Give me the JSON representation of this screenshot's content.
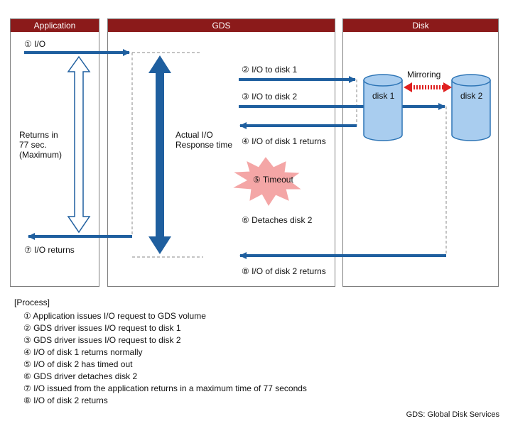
{
  "lanes": {
    "application": "Application",
    "gds": "GDS",
    "disk": "Disk"
  },
  "labels": {
    "step1": "① I/O",
    "step2": "② I/O to disk 1",
    "step3": "③ I/O to disk 2",
    "step4": "④ I/O of disk 1 returns",
    "step5": "⑤ Timeout",
    "step6": "⑥ Detaches disk 2",
    "step7": "⑦ I/O returns",
    "step8": "⑧ I/O of disk 2 returns",
    "returns_line1": "Returns in",
    "returns_line2": "77 sec.",
    "returns_line3": "(Maximum)",
    "response_line1": "Actual I/O",
    "response_line2": "Response time",
    "mirroring": "Mirroring",
    "disk1": "disk 1",
    "disk2": "disk 2"
  },
  "process": {
    "title": "[Process]",
    "items": [
      "① Application issues I/O request to GDS volume",
      "② GDS driver issues I/O request to disk 1",
      "③ GDS driver issues I/O request to disk 2",
      "④ I/O of disk 1 returns normally",
      "⑤ I/O of disk 2 has timed out",
      "⑥ GDS driver detaches disk 2",
      "⑦ I/O issued from the application returns in a maximum time of 77 seconds",
      "⑧ I/O of disk 2 returns"
    ]
  },
  "footnote": "GDS: Global Disk Services",
  "colors": {
    "header": "#8b1a1a",
    "arrow": "#1f5f9f",
    "disk_fill": "#a9cdef",
    "disk_stroke": "#2e75b6",
    "burst": "#f4a6a6",
    "mirror": "#e02020"
  }
}
